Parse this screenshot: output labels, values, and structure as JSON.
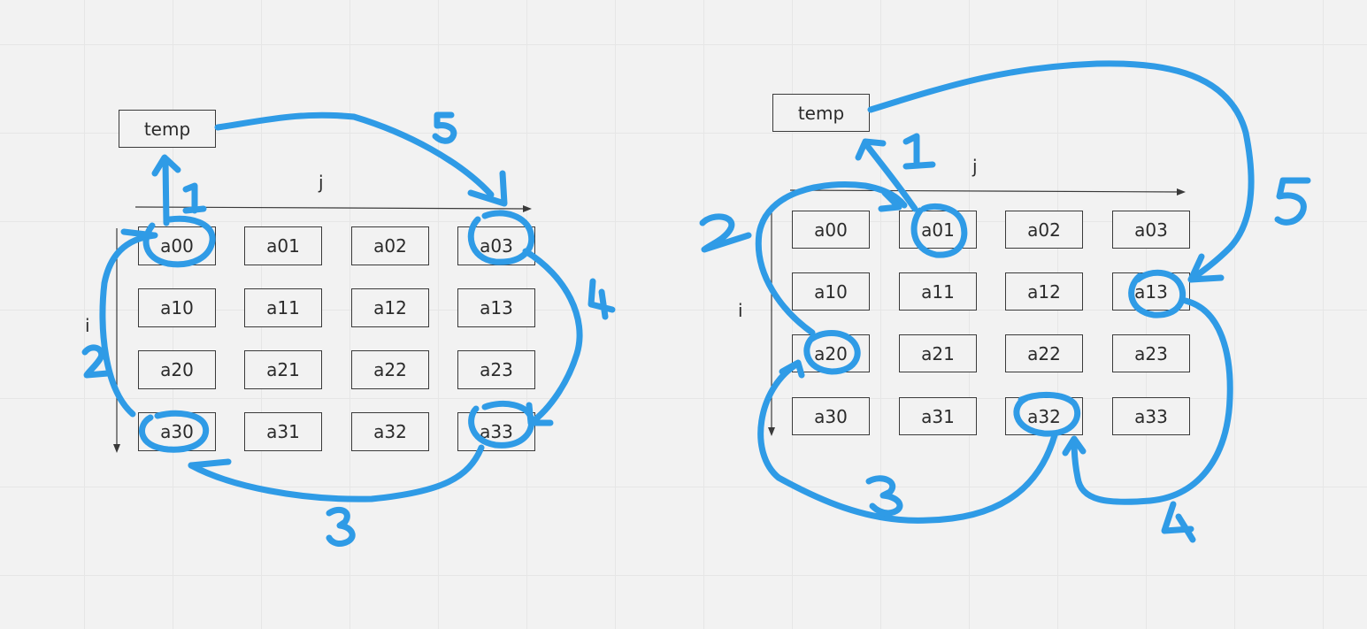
{
  "diagrams": [
    {
      "temp_label": "temp",
      "axis_j": "j",
      "axis_i": "i",
      "cells": [
        [
          "a00",
          "a01",
          "a02",
          "a03"
        ],
        [
          "a10",
          "a11",
          "a12",
          "a13"
        ],
        [
          "a20",
          "a21",
          "a22",
          "a23"
        ],
        [
          "a30",
          "a31",
          "a32",
          "a33"
        ]
      ],
      "highlighted": [
        "a00",
        "a03",
        "a33",
        "a30"
      ],
      "steps": [
        "1",
        "2",
        "3",
        "4",
        "5"
      ]
    },
    {
      "temp_label": "temp",
      "axis_j": "j",
      "axis_i": "i",
      "cells": [
        [
          "a00",
          "a01",
          "a02",
          "a03"
        ],
        [
          "a10",
          "a11",
          "a12",
          "a13"
        ],
        [
          "a20",
          "a21",
          "a22",
          "a23"
        ],
        [
          "a30",
          "a31",
          "a32",
          "a33"
        ]
      ],
      "highlighted": [
        "a01",
        "a20",
        "a32",
        "a13"
      ],
      "steps": [
        "1",
        "2",
        "3",
        "4",
        "5"
      ]
    }
  ],
  "colors": {
    "annotation": "#2f9be6",
    "box_border": "#3a3a3a",
    "background": "#f2f2f2"
  }
}
